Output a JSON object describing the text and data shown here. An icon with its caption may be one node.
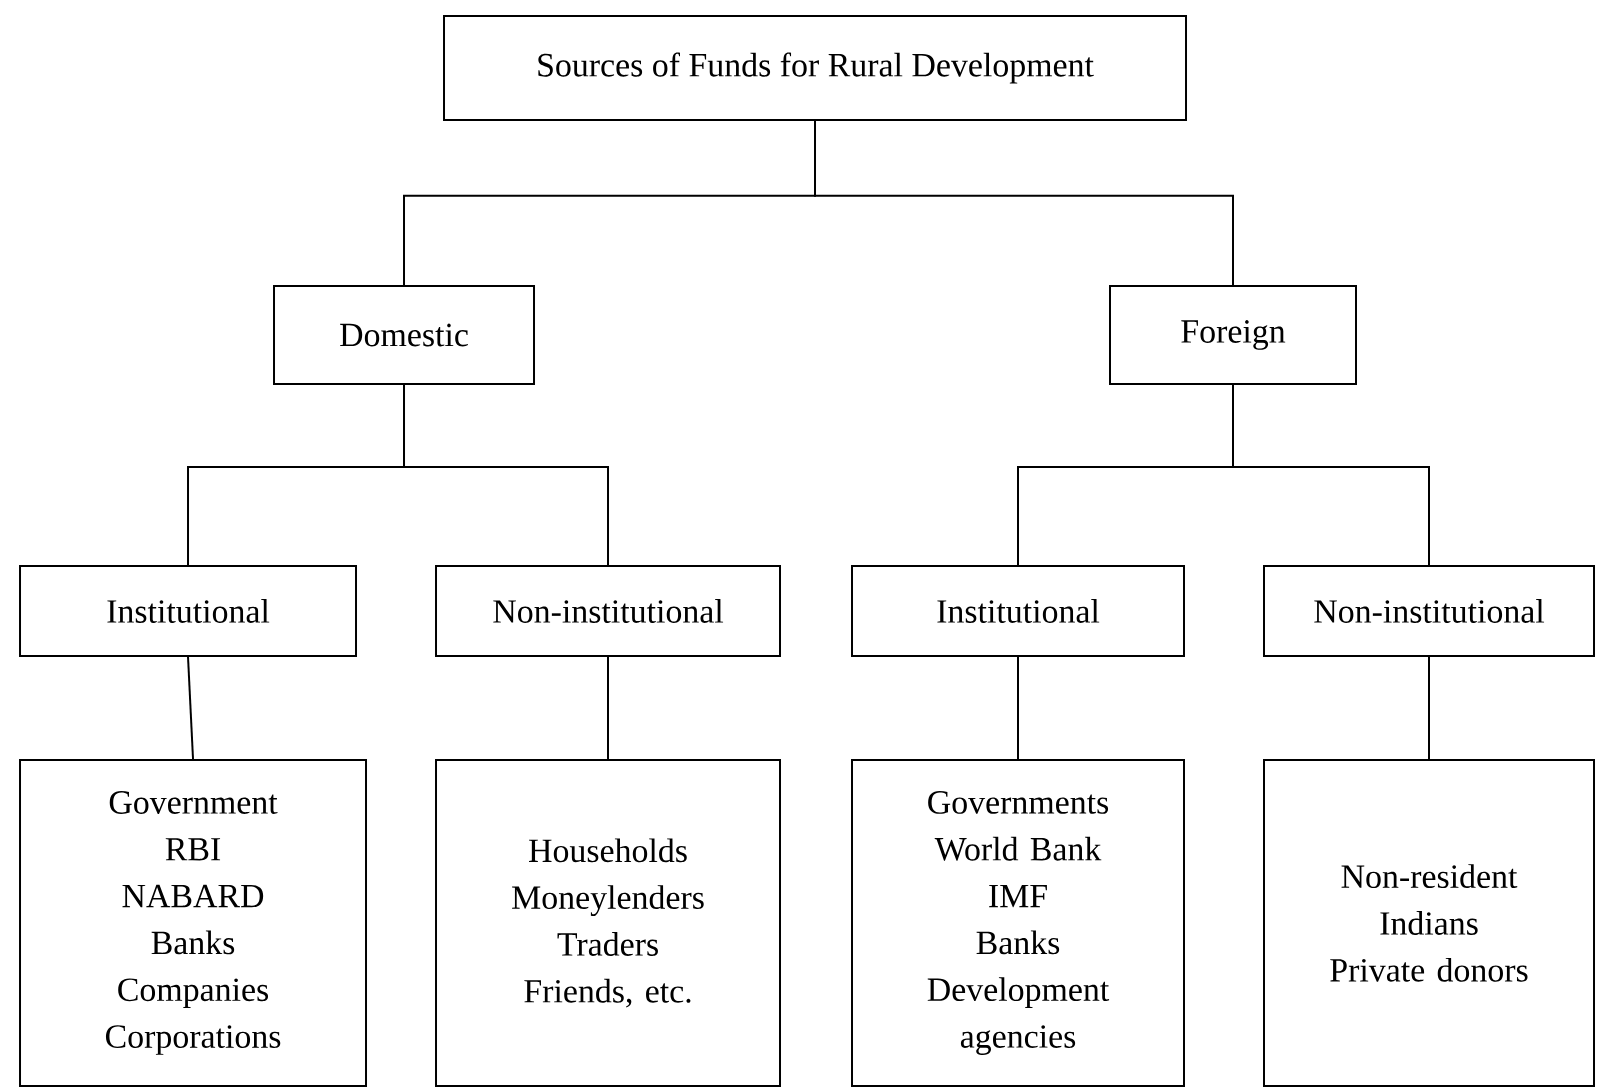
{
  "diagram": {
    "nodes": [
      {
        "text": [
          "Sources of Funds for Rural Development"
        ]
      },
      {
        "text": [
          "Domestic"
        ]
      },
      {
        "text": [
          "Foreign"
        ]
      },
      {
        "text": [
          "Institutional"
        ]
      },
      {
        "text": [
          "Non-institutional"
        ]
      },
      {
        "text": [
          "Institutional"
        ]
      },
      {
        "text": [
          "Non-institutional"
        ]
      },
      {
        "text": [
          "Government",
          "RBI",
          "NABARD",
          "Banks",
          "Companies",
          "Corporations"
        ]
      },
      {
        "text": [
          "Households",
          "Moneylenders",
          "Traders",
          "Friends, etc."
        ]
      },
      {
        "text": [
          "Governments",
          "World Bank",
          "IMF",
          "Banks",
          "Development agencies"
        ]
      },
      {
        "text": [
          "Non-resident Indians",
          "Private donors"
        ]
      }
    ],
    "edges": [
      {
        "from": 0,
        "to": 1,
        "arrow": "none"
      },
      {
        "from": 0,
        "to": 2,
        "arrow": "none"
      },
      {
        "from": 1,
        "to": 3,
        "arrow": "none"
      },
      {
        "from": 1,
        "to": 4,
        "arrow": "none"
      },
      {
        "from": 2,
        "to": 5,
        "arrow": "none"
      },
      {
        "from": 2,
        "to": 6,
        "arrow": "none"
      },
      {
        "from": 3,
        "to": 7,
        "arrow": "none"
      },
      {
        "from": 4,
        "to": 8,
        "arrow": "none"
      },
      {
        "from": 5,
        "to": 9,
        "arrow": "none"
      },
      {
        "from": 6,
        "to": 10,
        "arrow": "none"
      }
    ]
  }
}
